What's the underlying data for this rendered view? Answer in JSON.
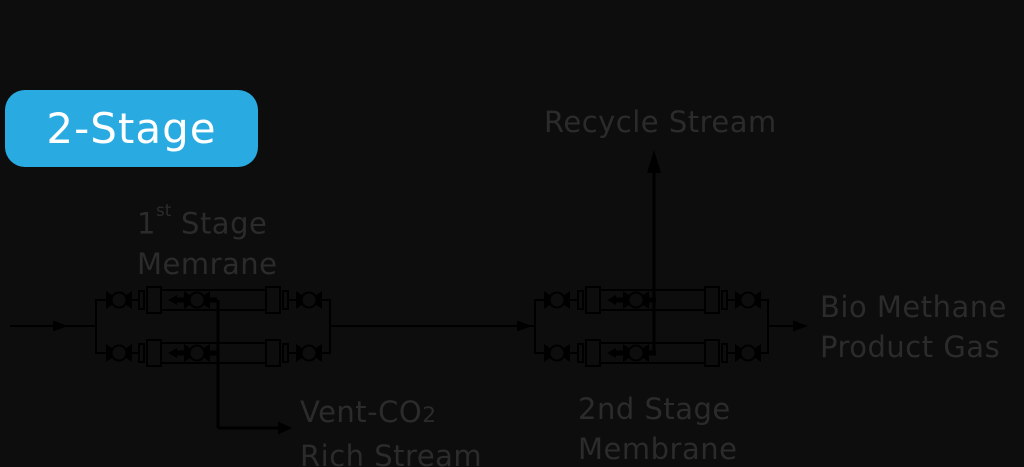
{
  "badge": {
    "label": "2-Stage"
  },
  "diagram": {
    "recycle_label": "Recycle Stream",
    "stage1": {
      "line1_num": "1",
      "line1_sup": "st",
      "line1_rest": " Stage",
      "line2": "Memrane"
    },
    "vent": {
      "line1_main": "Vent-CO",
      "line1_sub": "2",
      "line2": "Rich Stream"
    },
    "stage2": {
      "line1": "2nd Stage",
      "line2": "Membrane"
    },
    "product": {
      "line1": "Bio Methane",
      "line2": "Product Gas"
    }
  },
  "colors": {
    "background": "#0d0d0d",
    "line": "#000000",
    "label": "#2b2b2b",
    "badge-bg": "#29abe2",
    "badge-text": "#ffffff"
  }
}
